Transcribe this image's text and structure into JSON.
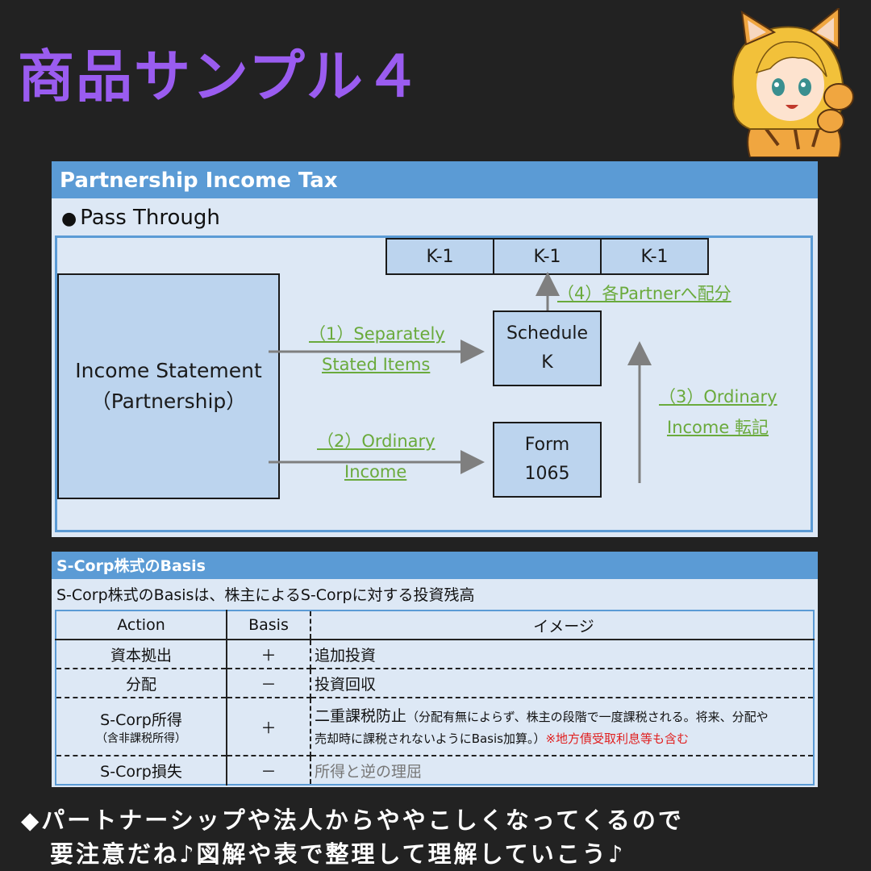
{
  "title": "商品サンプル４",
  "colors": {
    "title": "#9a5cf0",
    "background": "#222222",
    "header_blue": "#5b9bd5",
    "panel_bg": "#dde8f5",
    "box_fill": "#bcd4ee",
    "link_green": "#6aaa3c",
    "arrow_grey": "#7f7f7f",
    "note_red": "#e02020"
  },
  "mascot": {
    "icon": "cat-girl-mascot-icon"
  },
  "panel1": {
    "header": "Partnership Income Tax",
    "bullet": "●",
    "subtitle": "Pass Through",
    "k1_boxes": [
      "K-1",
      "K-1",
      "K-1"
    ],
    "income_statement": {
      "line1": "Income Statement",
      "line2": "（Partnership）"
    },
    "schedule_k": {
      "line1": "Schedule",
      "line2": "K"
    },
    "form_1065": {
      "line1": "Form",
      "line2": "1065"
    },
    "labels": {
      "separately_1": "（1）Separately",
      "separately_2": "Stated Items",
      "ordinary2_1": "（2）Ordinary",
      "ordinary2_2": "Income",
      "ordinary3_1": "（3）Ordinary",
      "ordinary3_2": "Income 転記",
      "partner": "（4）各Partnerへ配分"
    }
  },
  "panel2": {
    "header": "S-Corp株式のBasis",
    "subtitle": "S-Corp株式のBasisは、株主によるS-Corpに対する投資残高",
    "columns": [
      "Action",
      "Basis",
      "イメージ"
    ],
    "rows": [
      {
        "action": "資本拠出",
        "basis": "＋",
        "image": "追加投資"
      },
      {
        "action": "分配",
        "basis": "－",
        "image": "投資回収"
      },
      {
        "action": "S-Corp所得",
        "action_note": "（含非課税所得）",
        "basis": "＋",
        "image_main": "二重課税防止",
        "image_note_1": "（分配有無によらず、株主の段階で一度課税される。将来、分配や",
        "image_note_2": "売却時に課税されないようにBasis加算。）",
        "image_red": "※地方債受取利息等も含む"
      },
      {
        "action": "S-Corp損失",
        "basis": "－",
        "image": "所得と逆の理屈"
      }
    ]
  },
  "footer": {
    "line1": "◆パートナーシップや法人からややこしくなってくるので",
    "line2": "要注意だね♪図解や表で整理して理解していこう♪"
  }
}
